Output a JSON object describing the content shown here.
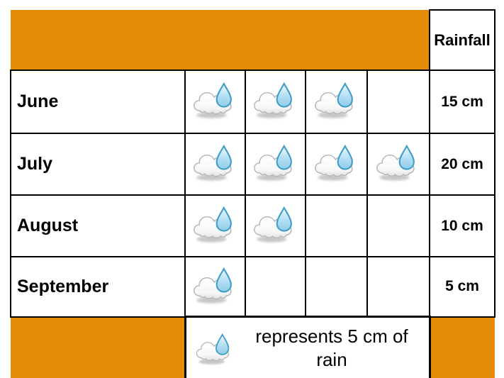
{
  "palette": {
    "orange": "#E48C07",
    "border": "#000000",
    "background": "#FFFFFF",
    "text": "#000000",
    "cloud_outline": "#B5B5B5",
    "cloud_fill": "#FFFFFF",
    "drop_outline": "#3D9EC8",
    "drop_fill": "#A9D9F2",
    "shadow": "#8F8F8F"
  },
  "header": {
    "rainfall_label": "Rainfall"
  },
  "months": [
    {
      "label": "June",
      "icons": 3,
      "rainfall": "15 cm"
    },
    {
      "label": "July",
      "icons": 4,
      "rainfall": "20 cm"
    },
    {
      "label": "August",
      "icons": 2,
      "rainfall": "10 cm"
    },
    {
      "label": "September",
      "icons": 1,
      "rainfall": "5 cm"
    }
  ],
  "legend": {
    "icon": "cloud-raindrop-icon",
    "text": "represents 5 cm of rain"
  },
  "chart_data": {
    "type": "pictograph",
    "title": "",
    "categories": [
      "June",
      "July",
      "August",
      "September"
    ],
    "values": [
      15,
      20,
      10,
      5
    ],
    "unit": "cm",
    "column_header": "Rainfall",
    "symbol": "cloud-raindrop",
    "symbol_value": 5,
    "symbol_counts": [
      3,
      4,
      2,
      1
    ],
    "legend": "represents 5 cm of rain",
    "layout": "table-pictograph, months as rows, symbols left-to-right, totals in right column"
  }
}
